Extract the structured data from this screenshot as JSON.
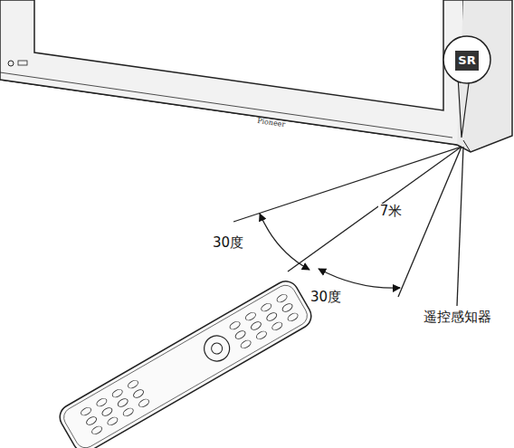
{
  "diagram": {
    "labels": [
      "SR",
      "Pioneer",
      "30度",
      "7米",
      "30度",
      "遥控感知器"
    ]
  }
}
